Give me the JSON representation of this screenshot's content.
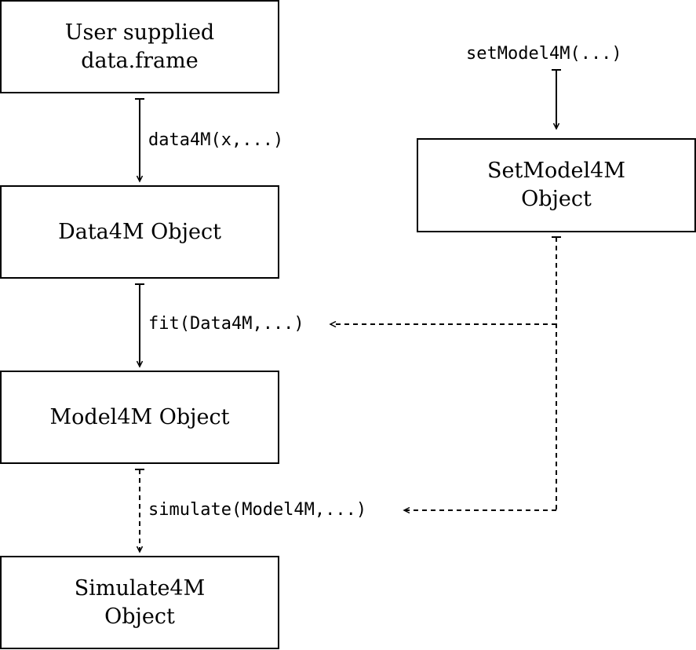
{
  "boxes": {
    "user_data": "User supplied\ndata.frame",
    "data4m": "Data4M Object",
    "model4m": "Model4M Object",
    "simulate4m": "Simulate4M\nObject",
    "setmodel4m": "SetModel4M\nObject"
  },
  "calls": {
    "data4m_call": "data4M(x,...)",
    "fit_call": "fit(Data4M,...)",
    "simulate_call": "simulate(Model4M,...)",
    "setmodel_call": "setModel4M(...)"
  }
}
